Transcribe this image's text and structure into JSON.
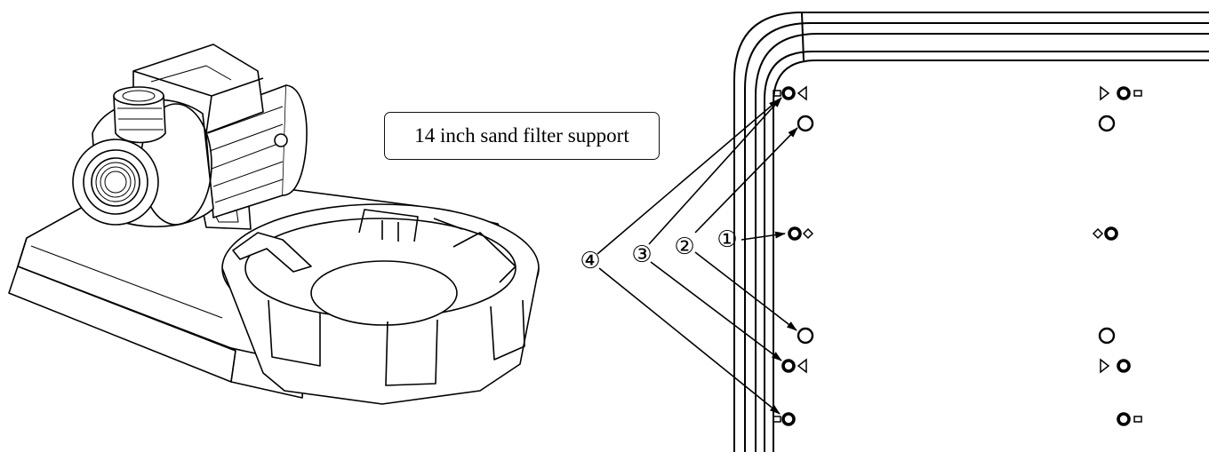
{
  "title": "14 inch sand filter support",
  "callouts": [
    {
      "id": "callout-1",
      "label": "①"
    },
    {
      "id": "callout-2",
      "label": "②"
    },
    {
      "id": "callout-3",
      "label": "③"
    },
    {
      "id": "callout-4",
      "label": "④"
    }
  ],
  "colors": {
    "line": "#000000",
    "background": "#ffffff"
  },
  "illustration": "pump-on-base-with-filter-ring"
}
